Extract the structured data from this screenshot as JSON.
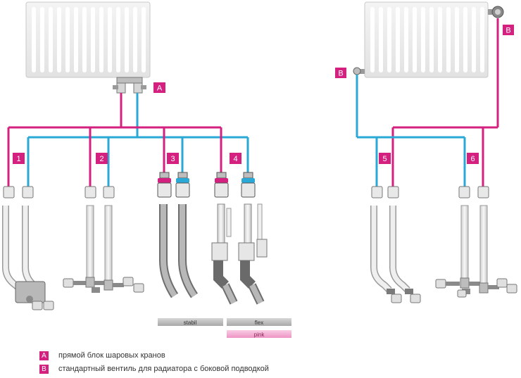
{
  "diagram": {
    "left_group": {
      "valve_label": "A",
      "option_numbers": [
        "1",
        "2",
        "3",
        "4"
      ]
    },
    "right_group": {
      "valve_label": "B",
      "top_label": "B",
      "option_numbers": [
        "5",
        "6"
      ]
    },
    "product_bars": [
      {
        "text": "stabil",
        "color": "#b9b9b9"
      },
      {
        "text": "flex",
        "color": "#b9b9b9"
      },
      {
        "text": "pink",
        "color": "#f2a9cf"
      }
    ],
    "legend": [
      {
        "key": "A",
        "text": "прямой блок шаровых кранов"
      },
      {
        "key": "B",
        "text": "стандартный вентиль для радиатора с боковой подводкой"
      }
    ],
    "colors": {
      "supply_pipe": "#d4207f",
      "return_pipe": "#2aa9d6",
      "label_box": "#d4207f"
    }
  }
}
